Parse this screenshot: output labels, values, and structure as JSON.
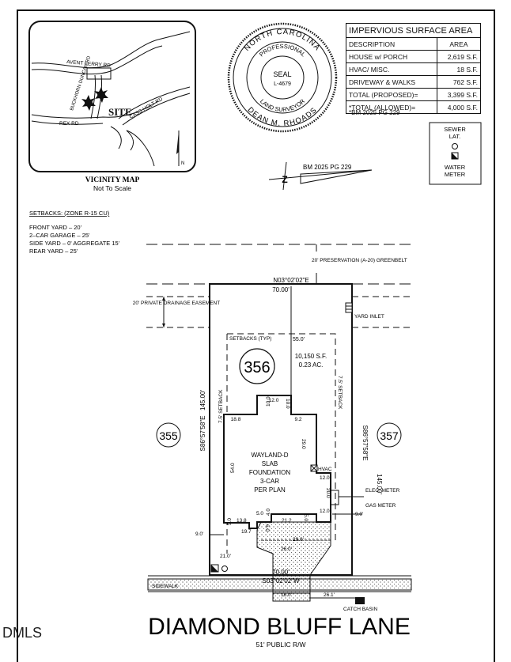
{
  "impervious_table": {
    "title": "IMPERVIOUS SURFACE AREA",
    "headers": [
      "DESCRIPTION",
      "AREA"
    ],
    "rows": [
      {
        "desc": "HOUSE w/ PORCH",
        "area": "2,619 S.F."
      },
      {
        "desc": "HVAC/ MISC.",
        "area": "18 S.F."
      },
      {
        "desc": "DRIVEWAY & WALKS",
        "area": "762 S.F."
      },
      {
        "desc": "TOTAL (PROPOSED)=",
        "area": "3,399 S.F."
      },
      {
        "desc": "*TOTAL (ALLOWED)=",
        "area": "4,000 S.F."
      }
    ],
    "footnote": "*BM 2025 PG 229"
  },
  "seal": {
    "outer_top": "NORTH CAROLINA",
    "outer_bottom": "DEAN M. RHOADS",
    "inner_top": "PROFESSIONAL",
    "inner_bottom": "LAND SURVEYOR",
    "center": "SEAL",
    "license": "L-4679"
  },
  "vicinity_map": {
    "title": "VICINITY MAP",
    "subtitle": "Not To Scale",
    "roads": [
      "AVENT FERRY RD",
      "BUCKHORN DUNCAN RD",
      "REX RD",
      "CASS HOLT RD"
    ],
    "site_label": "SITE",
    "north": "N"
  },
  "legend": {
    "sewer": "SEWER LAT.",
    "water": "WATER METER"
  },
  "north_arrow": {
    "letter": "Z",
    "ref": "BM 2025 PG 229"
  },
  "setbacks": {
    "title": "SETBACKS: (ZONE R-15 CU)",
    "lines": [
      "FRONT YARD – 20'",
      "2–CAR GARAGE – 25'",
      "SIDE YARD – 0' AGGREGATE 15'",
      "REAR YARD – 25'"
    ]
  },
  "plan": {
    "preservation": "20' PRESERVATION (A-20) GREENBELT",
    "drainage": "20' PRIVATE DRAINAGE EASEMENT",
    "yard_inlet": "YARD INLET",
    "north_bearing": "N03°02'02\"E",
    "north_dist": "70.00'",
    "south_bearing": "S03°02'02\"W",
    "south_dist": "70.00'",
    "east_bearing": "S86°57'58\"E",
    "east_dist": "145.00'",
    "west_bearing": "S86°57'58\"E",
    "west_dist": "145.00'",
    "setbacks_typ": "SETBACKS (TYP)",
    "dim_55": "55.0'",
    "lot_number": "356",
    "lot_area": "10,150 S.F.",
    "lot_acres": "0.23 AC.",
    "neighbor_left": "355",
    "neighbor_right": "357",
    "setback_left": "7.5' SETBACK",
    "setback_right": "7.5' SETBACK",
    "house_lines": [
      "WAYLAND-D",
      "SLAB",
      "FOUNDATION",
      "3-CAR",
      "PER PLAN"
    ],
    "hvac": "HVAC",
    "elec_meter": "ELEC. METER",
    "gas_meter": "GAS METER",
    "dims": [
      "12.0",
      "10.0",
      "10.0",
      "18.8",
      "9.2",
      "29.0",
      "54.0",
      "12.0",
      "20.0",
      "12.0",
      "9.0'",
      "13.8",
      "5.0",
      "4.0",
      "5.0",
      "21.2",
      "5.0",
      "19.7",
      "9.0'",
      "21.0'",
      "29.0'",
      "26.0'",
      "16.0'",
      "26.1'",
      "6.0"
    ],
    "sidewalk": "SIDEWALK",
    "catch_basin": "CATCH BASIN"
  },
  "street": {
    "name": "DIAMOND BLUFF LANE",
    "row": "51' PUBLIC R/W"
  },
  "watermark": "DMLS"
}
